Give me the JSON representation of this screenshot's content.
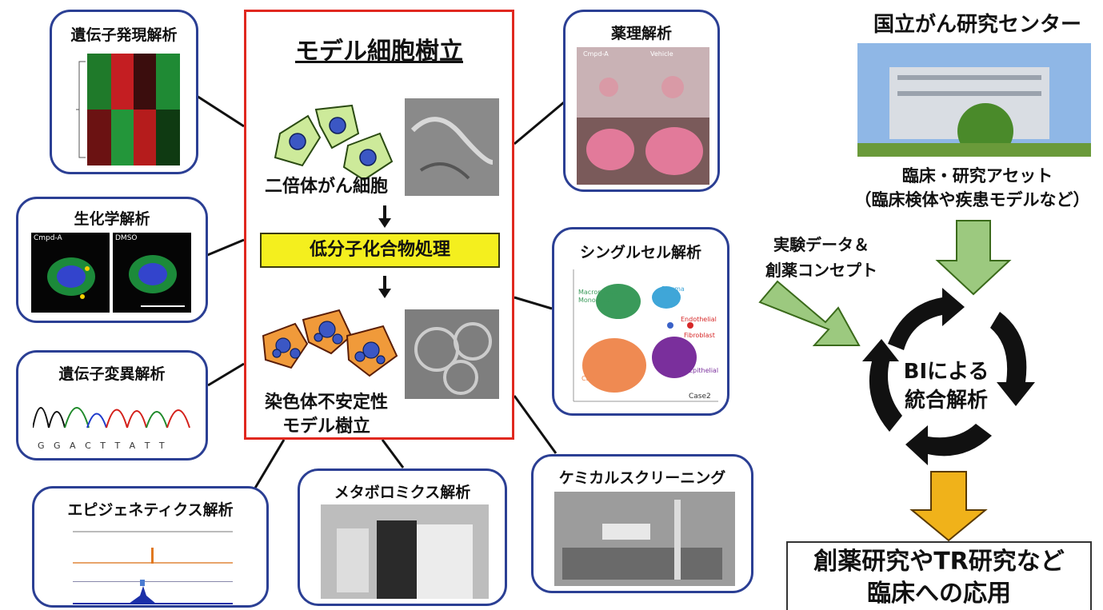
{
  "center": {
    "title": "モデル細胞樹立",
    "diploid_label": "二倍体がん細胞",
    "treatment_label": "低分子化合物処理",
    "cin_label_line1": "染色体不安定性",
    "cin_label_line2": "モデル樹立"
  },
  "cards": {
    "gene_expression": "遺伝子発現解析",
    "biochemistry": "生化学解析",
    "biochemistry_panel_left": "Cmpd-A",
    "biochemistry_panel_right": "DMSO",
    "gene_mutation": "遺伝子変異解析",
    "gene_mutation_seq": "G G A C T T A T T",
    "epigenetics": "エピジェネティクス解析",
    "metabolomics": "メタボロミクス解析",
    "chemical_screening": "ケミカルスクリーニング",
    "single_cell": "シングルセル解析",
    "single_cell_case": "Case2",
    "single_cell_clusters": [
      "Macrophage",
      "Monocyte",
      "Plasma",
      "Endothelial",
      "Fibroblast",
      "Epithelial",
      "CD8+"
    ],
    "pharmacology": "薬理解析",
    "pharmacology_left": "Cmpd-A",
    "pharmacology_right": "Vehicle"
  },
  "right": {
    "center_name": "国立がん研究センター",
    "assets_line1": "臨床・研究アセット",
    "assets_line2": "（臨床検体や疾患モデルなど）",
    "experiment_line1": "実験データ＆",
    "experiment_line2": "創薬コンセプト",
    "cycle_line1": "BIによる",
    "cycle_line2": "統合解析",
    "output_line1": "創薬研究やTR研究など",
    "output_line2": "臨床への応用"
  },
  "colors": {
    "card_border": "#2b3f94",
    "center_border": "#e0281f",
    "highlight": "#f4ef1e",
    "green_arrow": "#9cc97f",
    "orange_arrow": "#f0b21a"
  }
}
